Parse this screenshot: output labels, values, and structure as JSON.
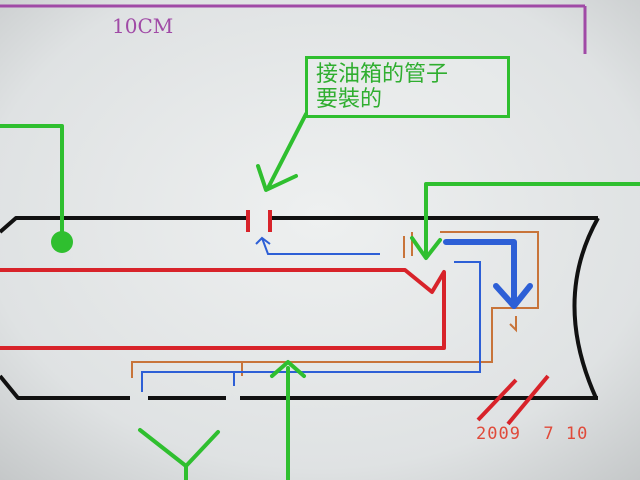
{
  "scale_label": "10CM",
  "note": {
    "line1": "接油箱的管子",
    "line2": "要裝的"
  },
  "date_stamp": "2009  7 10",
  "colors": {
    "background": "#c9cccd",
    "outline": "#111111",
    "pipe_red": "#d8232a",
    "line_blue": "#2d5fd6",
    "line_orange": "#c8743a",
    "annotation_green": "#2fbf2f",
    "dimension_purple": "#a04aa6",
    "date_red": "#e04a3a"
  }
}
